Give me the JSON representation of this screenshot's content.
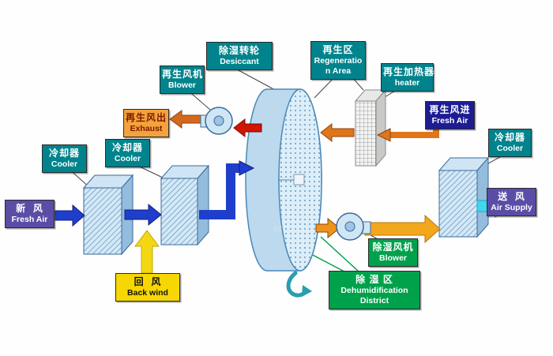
{
  "watermark": "xt",
  "labels": {
    "desiccant": {
      "zh": "除湿转轮",
      "en": "Desiccant"
    },
    "regen_area": {
      "zh": "再生区",
      "en": "Regeneration Area"
    },
    "regen_blower": {
      "zh": "再生风机",
      "en": "Blower"
    },
    "regen_heater": {
      "zh": "再生加热器",
      "en": "heater"
    },
    "regen_exhaust": {
      "zh": "再生风出",
      "en": "Exhaust"
    },
    "regen_fresh_air": {
      "zh": "再生风进",
      "en": "Fresh Air"
    },
    "cooler_left_1": {
      "zh": "冷却器",
      "en": "Cooler"
    },
    "cooler_left_2": {
      "zh": "冷却器",
      "en": "Cooler"
    },
    "cooler_right": {
      "zh": "冷却器",
      "en": "Cooler"
    },
    "fresh_air": {
      "zh": "新  风",
      "en": "Fresh Air"
    },
    "back_wind": {
      "zh": "回  风",
      "en": "Back wind"
    },
    "dehum_blower": {
      "zh": "除湿风机",
      "en": "Blower"
    },
    "dehum_district": {
      "zh": "除 湿 区",
      "en1": "Dehumidification",
      "en2": "District"
    },
    "air_supply": {
      "zh": "送  风",
      "en": "Air Supply"
    }
  },
  "colors": {
    "teal_box": "#00838C",
    "orange_box": "#F2A33C",
    "navy_box": "#1D1D92",
    "purple_box": "#5A4DA6",
    "yellow_box": "#F6D703",
    "green_box": "#00A14B",
    "process_arrow_blue": "#1F3ECC",
    "regen_arrow_orange": "#E0761A",
    "hot_arrow_red": "#D01500",
    "supply_arrow_cyan": "#3FD8EE",
    "return_arrow_yellow": "#F3D714"
  }
}
